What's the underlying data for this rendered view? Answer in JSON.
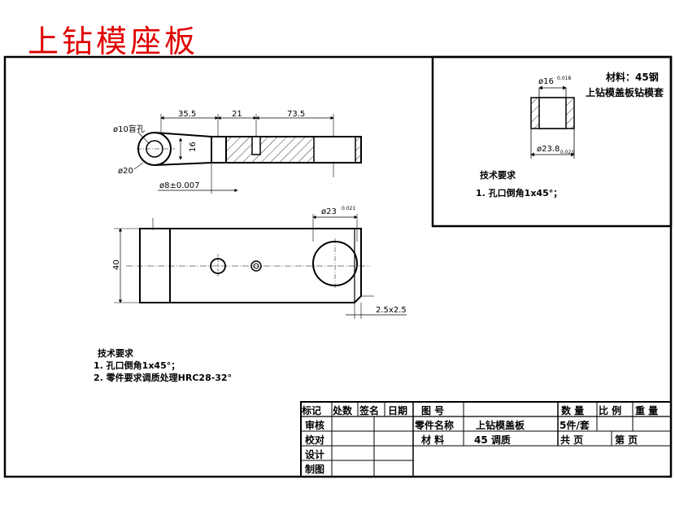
{
  "page_title": "上钻模座板",
  "inset": {
    "material": "材料：45钢",
    "part_name": "上钻模盖板钻模套",
    "dim_top": "ø16",
    "dim_top_tol": "0.018",
    "dim_bottom": "ø23.8",
    "dim_bottom_tol": "0.021",
    "tech_title": "技术要求",
    "tech_line1": "1. 孔口倒角1x45°；"
  },
  "front_view": {
    "dim_35_5": "35.5",
    "dim_21": "21",
    "dim_73_5": "73.5",
    "dim_hole10": "ø10盲孔",
    "dim_16": "16",
    "dim_20": "ø20",
    "dim_8": "ø8±0.007"
  },
  "top_view": {
    "dim_40": "40",
    "dim_23": "ø23",
    "dim_23_tol": "0.021",
    "dim_chamfer": "2.5x2.5"
  },
  "notes": {
    "title": "技术要求",
    "line1": "1. 孔口倒角1x45°；",
    "line2": "2. 零件要求调质处理HRC28-32°"
  },
  "title_block": {
    "h_mark": "标记",
    "h_count": "处数",
    "h_sign": "签名",
    "h_date": "日期",
    "h_drawing_no": "图  号",
    "h_quantity": "数 量",
    "h_scale": "比 例",
    "h_weight": "重 量",
    "r_review": "审核",
    "r_check": "校对",
    "r_design": "设计",
    "r_draw": "制图",
    "part_label": "零件名称",
    "part_name": "上钻模盖板",
    "qty_value": "5件/套",
    "material_label": "材 料",
    "material_value": "45 调质",
    "total_label": "共    页",
    "page_label": "第    页"
  }
}
